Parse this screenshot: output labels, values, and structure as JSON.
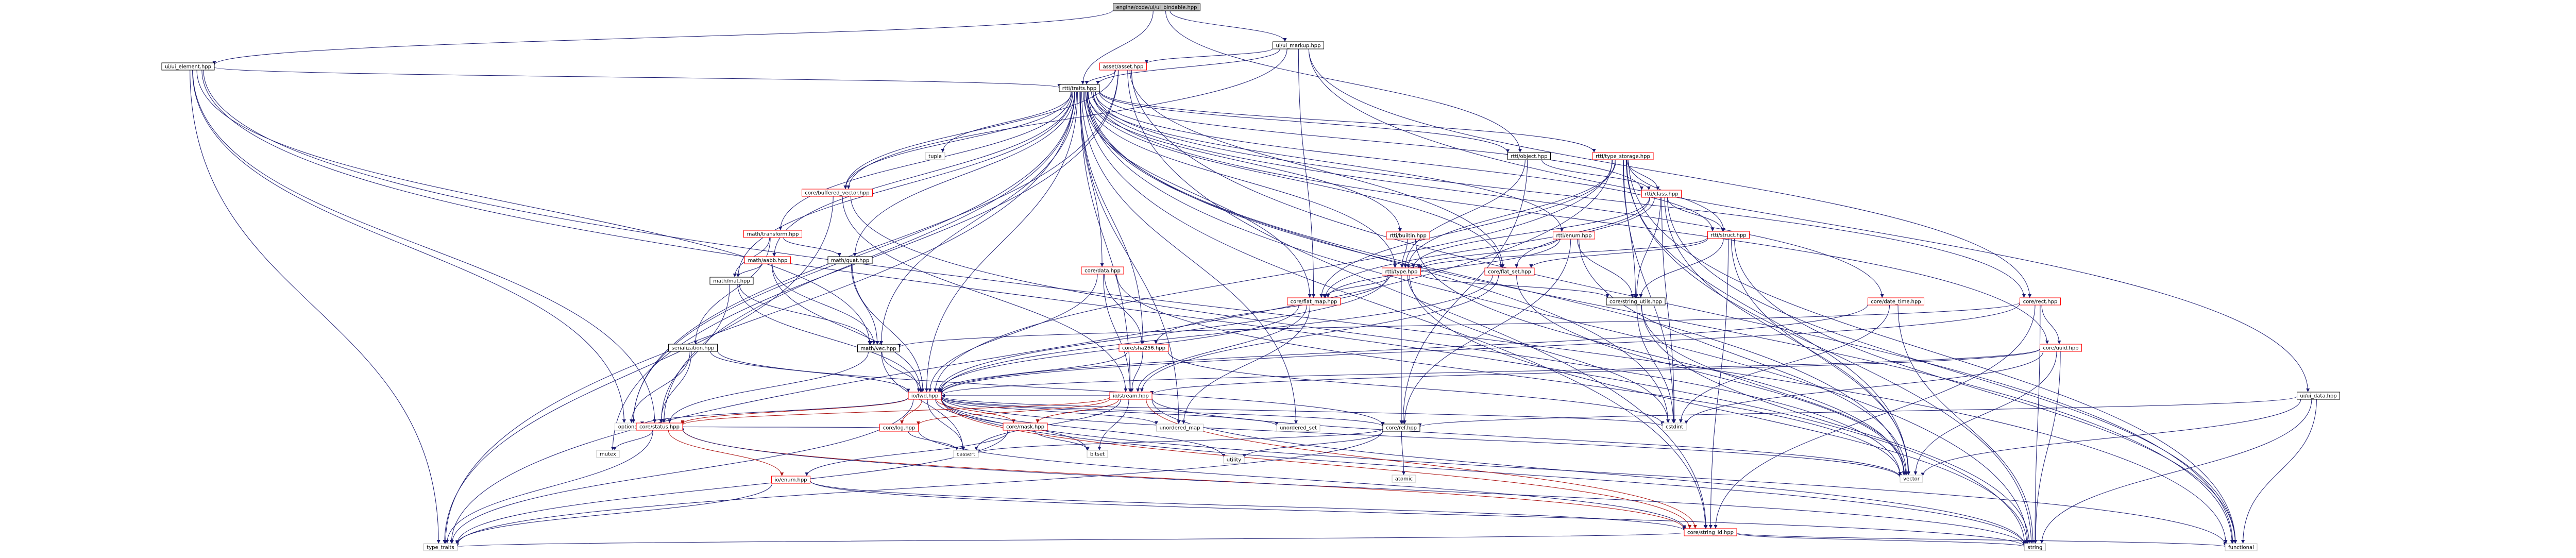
{
  "graph": {
    "kind": "include-dependency-graph",
    "colors": {
      "root_fill": "#bfbfbf",
      "node_fill": "#ffffff",
      "node_stroke_known": "#000000",
      "node_stroke_red": "#ff0000",
      "external_stroke": "#bfbfbf",
      "edge": "#191970",
      "edge_red": "#aa1111"
    },
    "nodes": [
      {
        "id": "root",
        "label": "engine/code/ui/ui_bindable.hpp",
        "style": "root"
      },
      {
        "id": "ui_markup",
        "label": "ui/ui_markup.hpp",
        "style": "normal"
      },
      {
        "id": "ui_element",
        "label": "ui/ui_element.hpp",
        "style": "normal"
      },
      {
        "id": "asset_server",
        "label": "asset/asset.hpp",
        "style": "red"
      },
      {
        "id": "rtti_traits",
        "label": "rtti/traits.hpp",
        "style": "normal"
      },
      {
        "id": "tuple",
        "label": "tuple",
        "style": "external"
      },
      {
        "id": "rtti_object",
        "label": "rtti/object.hpp",
        "style": "normal"
      },
      {
        "id": "rtti_type_storage",
        "label": "rtti/type_storage.hpp",
        "style": "red"
      },
      {
        "id": "core_buffered_vector",
        "label": "core/buffered_vector.hpp",
        "style": "red"
      },
      {
        "id": "rtti_class",
        "label": "rtti/class.hpp",
        "style": "red"
      },
      {
        "id": "math_transform",
        "label": "math/transform.hpp",
        "style": "red"
      },
      {
        "id": "math_aabb",
        "label": "math/aabb.hpp",
        "style": "red"
      },
      {
        "id": "math_quat",
        "label": "math/quat.hpp",
        "style": "normal"
      },
      {
        "id": "math_mat",
        "label": "math/mat.hpp",
        "style": "normal"
      },
      {
        "id": "rtti_builtin",
        "label": "rtti/builtin.hpp",
        "style": "red"
      },
      {
        "id": "rtti_enum",
        "label": "rtti/enum.hpp",
        "style": "red"
      },
      {
        "id": "rtti_struct",
        "label": "rtti/struct.hpp",
        "style": "red"
      },
      {
        "id": "core_data",
        "label": "core/data.hpp",
        "style": "red"
      },
      {
        "id": "rtti_type",
        "label": "rtti/type.hpp",
        "style": "red"
      },
      {
        "id": "core_flat_set",
        "label": "core/flat_set.hpp",
        "style": "red"
      },
      {
        "id": "core_flat_map",
        "label": "core/flat_map.hpp",
        "style": "red"
      },
      {
        "id": "core_string_utils",
        "label": "core/string_utils.hpp",
        "style": "normal"
      },
      {
        "id": "core_date_time",
        "label": "core/date_time.hpp",
        "style": "red"
      },
      {
        "id": "core_rect",
        "label": "core/rect.hpp",
        "style": "red"
      },
      {
        "id": "core_sha256",
        "label": "core/sha256.hpp",
        "style": "red"
      },
      {
        "id": "serialization",
        "label": "serialization.hpp",
        "style": "normal"
      },
      {
        "id": "math_vec",
        "label": "math/vec.hpp",
        "style": "normal"
      },
      {
        "id": "core_uuid",
        "label": "core/uuid.hpp",
        "style": "red"
      },
      {
        "id": "ui_data",
        "label": "ui/ui_data.hpp",
        "style": "normal"
      },
      {
        "id": "io_fwd",
        "label": "io/fwd.hpp",
        "style": "red"
      },
      {
        "id": "io_stream",
        "label": "io/stream.hpp",
        "style": "red"
      },
      {
        "id": "optional",
        "label": "optional",
        "style": "external"
      },
      {
        "id": "core_status",
        "label": "core/status.hpp",
        "style": "red"
      },
      {
        "id": "core_log",
        "label": "core/log.hpp",
        "style": "red"
      },
      {
        "id": "core_mask",
        "label": "core/mask.hpp",
        "style": "red"
      },
      {
        "id": "unordered_map",
        "label": "unordered_map",
        "style": "external"
      },
      {
        "id": "unordered_set",
        "label": "unordered_set",
        "style": "external"
      },
      {
        "id": "core_ref",
        "label": "core/ref.hpp",
        "style": "normal"
      },
      {
        "id": "cstdint",
        "label": "cstdint",
        "style": "external"
      },
      {
        "id": "mutex",
        "label": "mutex",
        "style": "external"
      },
      {
        "id": "cassert",
        "label": "cassert",
        "style": "external"
      },
      {
        "id": "bitset",
        "label": "bitset",
        "style": "external"
      },
      {
        "id": "utility",
        "label": "utility",
        "style": "external"
      },
      {
        "id": "atomic",
        "label": "atomic",
        "style": "external"
      },
      {
        "id": "vector",
        "label": "vector",
        "style": "external"
      },
      {
        "id": "io_enum",
        "label": "io/enum.hpp",
        "style": "red"
      },
      {
        "id": "core_string_id",
        "label": "core/string_id.hpp",
        "style": "red"
      },
      {
        "id": "type_traits",
        "label": "type_traits",
        "style": "external"
      },
      {
        "id": "string",
        "label": "string",
        "style": "external"
      },
      {
        "id": "functional",
        "label": "functional",
        "style": "external"
      }
    ],
    "edges": [
      [
        "root",
        "ui_markup"
      ],
      [
        "root",
        "ui_element"
      ],
      [
        "root",
        "rtti_traits"
      ],
      [
        "root",
        "rtti_object"
      ],
      [
        "ui_markup",
        "asset_server"
      ],
      [
        "ui_markup",
        "core_buffered_vector"
      ],
      [
        "ui_markup",
        "core_rect"
      ],
      [
        "ui_markup",
        "ui_data"
      ],
      [
        "ui_markup",
        "core_flat_map"
      ],
      [
        "ui_markup",
        "rtti_traits"
      ],
      [
        "ui_element",
        "rtti_traits"
      ],
      [
        "ui_element",
        "core_status"
      ],
      [
        "ui_element",
        "optional"
      ],
      [
        "ui_element",
        "type_traits"
      ],
      [
        "ui_element",
        "string"
      ],
      [
        "ui_element",
        "math_vec"
      ],
      [
        "ui_element",
        "functional"
      ],
      [
        "asset_server",
        "rtti_traits"
      ],
      [
        "asset_server",
        "core_buffered_vector"
      ],
      [
        "asset_server",
        "core_flat_set"
      ],
      [
        "asset_server",
        "core_string_id"
      ],
      [
        "asset_server",
        "functional"
      ],
      [
        "asset_server",
        "mutex"
      ],
      [
        "asset_server",
        "optional"
      ],
      [
        "rtti_traits",
        "tuple"
      ],
      [
        "rtti_traits",
        "rtti_object"
      ],
      [
        "rtti_traits",
        "rtti_type_storage"
      ],
      [
        "rtti_traits",
        "core_buffered_vector"
      ],
      [
        "rtti_traits",
        "rtti_class"
      ],
      [
        "rtti_traits",
        "math_transform"
      ],
      [
        "rtti_traits",
        "math_aabb"
      ],
      [
        "rtti_traits",
        "math_quat"
      ],
      [
        "rtti_traits",
        "math_mat"
      ],
      [
        "rtti_traits",
        "rtti_builtin"
      ],
      [
        "rtti_traits",
        "rtti_enum"
      ],
      [
        "rtti_traits",
        "rtti_struct"
      ],
      [
        "rtti_traits",
        "core_data"
      ],
      [
        "rtti_traits",
        "rtti_type"
      ],
      [
        "rtti_traits",
        "core_flat_set"
      ],
      [
        "rtti_traits",
        "core_flat_map"
      ],
      [
        "rtti_traits",
        "core_date_time"
      ],
      [
        "rtti_traits",
        "core_rect"
      ],
      [
        "rtti_traits",
        "core_sha256"
      ],
      [
        "rtti_traits",
        "math_vec"
      ],
      [
        "rtti_traits",
        "core_uuid"
      ],
      [
        "rtti_traits",
        "io_fwd"
      ],
      [
        "rtti_traits",
        "io_stream"
      ],
      [
        "rtti_traits",
        "optional"
      ],
      [
        "rtti_traits",
        "core_status"
      ],
      [
        "rtti_traits",
        "unordered_map"
      ],
      [
        "rtti_traits",
        "unordered_set"
      ],
      [
        "rtti_traits",
        "cstdint"
      ],
      [
        "rtti_traits",
        "vector"
      ],
      [
        "rtti_traits",
        "string"
      ],
      [
        "rtti_traits",
        "type_traits"
      ],
      [
        "rtti_traits",
        "functional"
      ],
      [
        "rtti_traits",
        "core_string_id"
      ],
      [
        "rtti_object",
        "rtti_type"
      ],
      [
        "rtti_object",
        "core_ref"
      ],
      [
        "rtti_object",
        "rtti_class"
      ],
      [
        "rtti_type_storage",
        "rtti_class"
      ],
      [
        "rtti_type_storage",
        "rtti_struct"
      ],
      [
        "rtti_type_storage",
        "rtti_type"
      ],
      [
        "rtti_type_storage",
        "core_flat_map"
      ],
      [
        "rtti_type_storage",
        "core_string_utils"
      ],
      [
        "rtti_type_storage",
        "io_fwd"
      ],
      [
        "rtti_type_storage",
        "cstdint"
      ],
      [
        "rtti_type_storage",
        "type_traits"
      ],
      [
        "rtti_type_storage",
        "string"
      ],
      [
        "rtti_type_storage",
        "vector"
      ],
      [
        "rtti_type_storage",
        "functional"
      ],
      [
        "core_buffered_vector",
        "vector"
      ],
      [
        "core_buffered_vector",
        "io_stream"
      ],
      [
        "core_buffered_vector",
        "type_traits"
      ],
      [
        "rtti_class",
        "rtti_struct"
      ],
      [
        "rtti_class",
        "rtti_type"
      ],
      [
        "rtti_class",
        "core_flat_map"
      ],
      [
        "rtti_class",
        "core_flat_set"
      ],
      [
        "rtti_class",
        "core_string_utils"
      ],
      [
        "rtti_class",
        "vector"
      ],
      [
        "rtti_class",
        "functional"
      ],
      [
        "rtti_class",
        "cstdint"
      ],
      [
        "math_transform",
        "math_mat"
      ],
      [
        "math_transform",
        "math_quat"
      ],
      [
        "math_transform",
        "serialization"
      ],
      [
        "math_aabb",
        "math_vec"
      ],
      [
        "math_aabb",
        "math_mat"
      ],
      [
        "math_aabb",
        "io_fwd"
      ],
      [
        "math_quat",
        "math_vec"
      ],
      [
        "math_quat",
        "io_fwd"
      ],
      [
        "math_mat",
        "math_vec"
      ],
      [
        "math_mat",
        "io_fwd"
      ],
      [
        "math_mat",
        "core_status"
      ],
      [
        "rtti_builtin",
        "rtti_type"
      ],
      [
        "rtti_builtin",
        "vector"
      ],
      [
        "rtti_enum",
        "rtti_type"
      ],
      [
        "rtti_enum",
        "core_flat_map"
      ],
      [
        "rtti_enum",
        "core_string_utils"
      ],
      [
        "rtti_enum",
        "core_ref"
      ],
      [
        "rtti_enum",
        "vector"
      ],
      [
        "rtti_struct",
        "rtti_type"
      ],
      [
        "rtti_struct",
        "core_flat_set"
      ],
      [
        "rtti_struct",
        "core_string_utils"
      ],
      [
        "rtti_struct",
        "core_string_id"
      ],
      [
        "rtti_struct",
        "vector"
      ],
      [
        "rtti_struct",
        "functional"
      ],
      [
        "core_data",
        "core_sha256"
      ],
      [
        "core_data",
        "io_fwd"
      ],
      [
        "core_data",
        "io_stream"
      ],
      [
        "core_data",
        "vector"
      ],
      [
        "rtti_type",
        "core_flat_map"
      ],
      [
        "rtti_type",
        "core_string_utils"
      ],
      [
        "rtti_type",
        "core_sha256"
      ],
      [
        "rtti_type",
        "core_ref"
      ],
      [
        "rtti_type",
        "io_fwd"
      ],
      [
        "rtti_type",
        "string"
      ],
      [
        "rtti_type",
        "cstdint"
      ],
      [
        "core_flat_set",
        "io_fwd"
      ],
      [
        "core_flat_set",
        "io_stream"
      ],
      [
        "core_flat_set",
        "vector"
      ],
      [
        "core_flat_map",
        "io_fwd"
      ],
      [
        "core_flat_map",
        "io_stream"
      ],
      [
        "core_flat_map",
        "unordered_map"
      ],
      [
        "core_string_utils",
        "vector"
      ],
      [
        "core_string_utils",
        "string"
      ],
      [
        "core_string_utils",
        "cstdint"
      ],
      [
        "core_date_time",
        "io_fwd"
      ],
      [
        "core_date_time",
        "string"
      ],
      [
        "core_date_time",
        "cstdint"
      ],
      [
        "core_rect",
        "math_vec"
      ],
      [
        "core_rect",
        "io_fwd"
      ],
      [
        "core_rect",
        "core_uuid"
      ],
      [
        "core_rect",
        "string"
      ],
      [
        "core_rect",
        "core_string_id"
      ],
      [
        "core_sha256",
        "io_fwd"
      ],
      [
        "core_sha256",
        "io_stream"
      ],
      [
        "core_sha256",
        "cstdint"
      ],
      [
        "serialization",
        "io_fwd"
      ],
      [
        "serialization",
        "core_status"
      ],
      [
        "serialization",
        "core_ref"
      ],
      [
        "serialization",
        "optional"
      ],
      [
        "math_vec",
        "io_fwd"
      ],
      [
        "math_vec",
        "core_status"
      ],
      [
        "math_vec",
        "cassert"
      ],
      [
        "core_uuid",
        "io_fwd"
      ],
      [
        "core_uuid",
        "io_stream"
      ],
      [
        "core_uuid",
        "string"
      ],
      [
        "core_uuid",
        "cstdint"
      ],
      [
        "core_uuid",
        "vector"
      ],
      [
        "ui_data",
        "core_ref"
      ],
      [
        "ui_data",
        "string"
      ],
      [
        "ui_data",
        "functional"
      ],
      [
        "ui_data",
        "vector"
      ],
      [
        "io_fwd",
        "core_status"
      ],
      [
        "io_fwd",
        "core_log"
      ],
      [
        "io_fwd",
        "core_mask"
      ],
      [
        "io_fwd",
        "unordered_map"
      ],
      [
        "io_fwd",
        "unordered_set"
      ],
      [
        "io_fwd",
        "core_ref"
      ],
      [
        "io_fwd",
        "optional"
      ],
      [
        "io_fwd",
        "vector"
      ],
      [
        "io_fwd",
        "string"
      ],
      [
        "io_fwd",
        "cstdint"
      ],
      [
        "io_fwd",
        "type_traits"
      ],
      [
        "io_fwd",
        "functional"
      ],
      [
        "io_fwd",
        "bitset"
      ],
      [
        "io_fwd",
        "utility"
      ],
      [
        "io_fwd",
        "cassert"
      ],
      [
        "io_fwd",
        "core_string_id"
      ],
      [
        "io_stream",
        "io_fwd"
      ],
      [
        "io_stream",
        "core_status"
      ],
      [
        "io_stream",
        "core_log"
      ],
      [
        "io_stream",
        "core_mask"
      ],
      [
        "io_stream",
        "vector"
      ],
      [
        "io_stream",
        "string"
      ],
      [
        "io_stream",
        "bitset"
      ],
      [
        "io_stream",
        "cassert"
      ],
      [
        "io_stream",
        "core_string_id"
      ],
      [
        "core_status",
        "io_enum"
      ],
      [
        "core_status",
        "core_string_id"
      ],
      [
        "core_status",
        "string"
      ],
      [
        "core_status",
        "type_traits"
      ],
      [
        "core_status",
        "mutex"
      ],
      [
        "core_log",
        "core_status"
      ],
      [
        "core_log",
        "core_string_id"
      ],
      [
        "core_log",
        "cassert"
      ],
      [
        "core_mask",
        "io_enum"
      ],
      [
        "core_mask",
        "bitset"
      ],
      [
        "core_mask",
        "type_traits"
      ],
      [
        "core_ref",
        "atomic"
      ],
      [
        "core_ref",
        "utility"
      ],
      [
        "core_ref",
        "cassert"
      ],
      [
        "core_ref",
        "type_traits"
      ],
      [
        "io_enum",
        "core_string_id"
      ],
      [
        "io_enum",
        "string"
      ],
      [
        "io_enum",
        "type_traits"
      ],
      [
        "core_string_id",
        "string"
      ],
      [
        "core_string_id",
        "functional"
      ],
      [
        "core_string_id",
        "type_traits"
      ]
    ]
  }
}
